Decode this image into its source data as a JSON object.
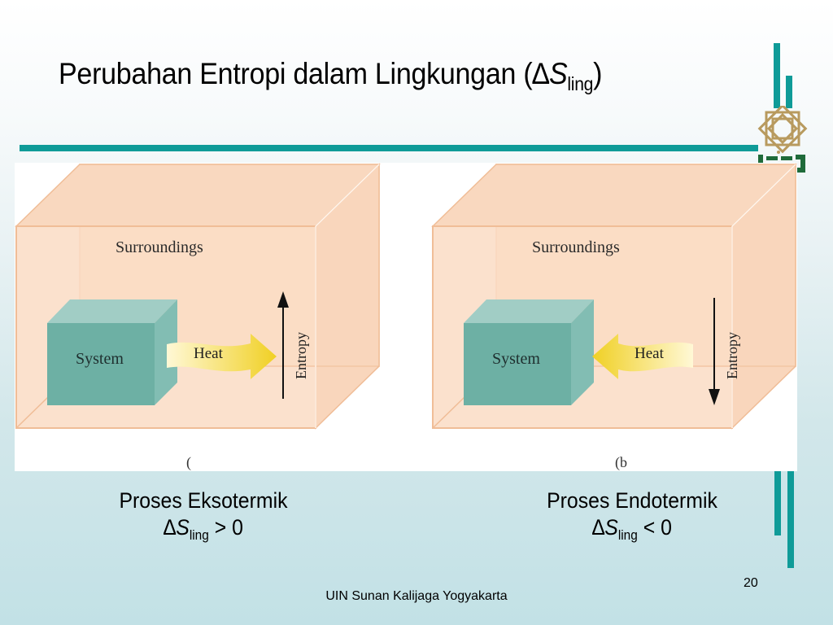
{
  "slide": {
    "title_main": "Perubahan Entropi dalam Lingkungan (",
    "title_delta": "∆",
    "title_symbol": "S",
    "title_sub": "ling",
    "title_close": ")",
    "page_number": "20",
    "footer": "UIN Sunan Kalijaga Yogyakarta"
  },
  "colors": {
    "accent_teal": "#0f9b98",
    "surroundings_box": "#f9dcc4",
    "system_box": "#6fb1a4",
    "heat_arrow": "#f2d535",
    "logo_gold": "#b89a5e",
    "logo_green": "#1f6b3a"
  },
  "figure": {
    "panels": [
      {
        "id": "a",
        "surroundings_label": "Surroundings",
        "system_label": "System",
        "heat_label": "Heat",
        "heat_direction": "system-to-surroundings",
        "entropy_label": "Entropy",
        "entropy_direction": "up",
        "panel_letter": "("
      },
      {
        "id": "b",
        "surroundings_label": "Surroundings",
        "system_label": "System",
        "heat_label": "Heat",
        "heat_direction": "surroundings-to-system",
        "entropy_label": "Entropy",
        "entropy_direction": "down",
        "panel_letter": "(b"
      }
    ]
  },
  "captions": [
    {
      "process": "Proses Eksotermik",
      "delta": "∆",
      "symbol": "S",
      "sub": "ling",
      "relation": " > 0"
    },
    {
      "process": "Proses Endotermik",
      "delta": "∆",
      "symbol": "S",
      "sub": "ling",
      "relation": " < 0"
    }
  ]
}
